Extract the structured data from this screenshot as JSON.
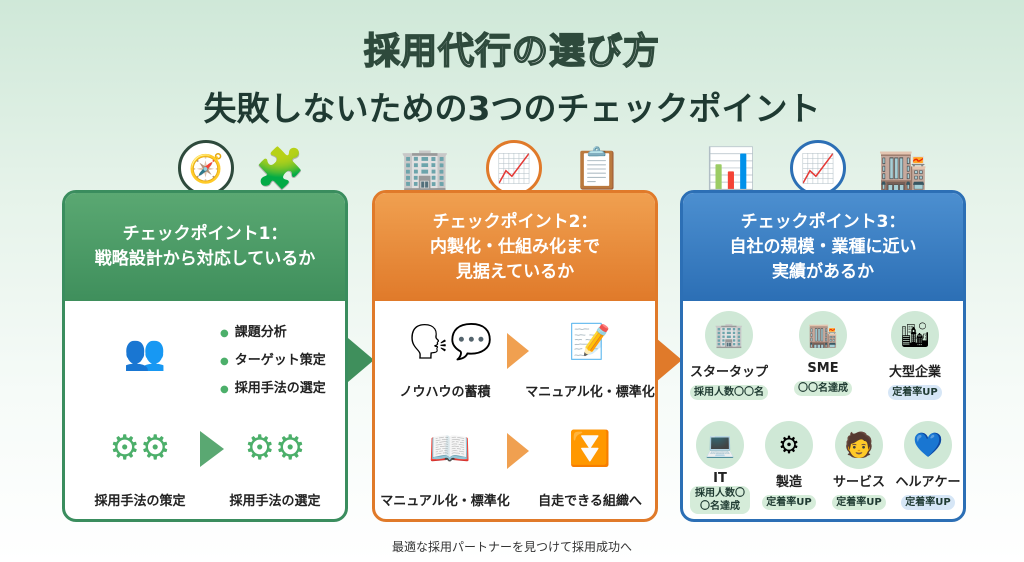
{
  "title": {
    "line1": "採用代行の選び方",
    "line2": "失敗しないための3つのチェックポイント"
  },
  "cards": [
    {
      "title1": "チェックポイント1：",
      "title2": "戦略設計から対応しているか",
      "bullets": [
        "課題分析",
        "ターゲット策定",
        "採用手法の選定"
      ],
      "labels": [
        "採用手法の策定",
        "採用手法の選定"
      ]
    },
    {
      "title1": "チェックポイント2：",
      "title2": "内製化・仕組み化まで",
      "title3": "見据えているか",
      "labels": [
        "ノウハウの蓄積",
        "マニュアル化・標準化",
        "マニュアル化・標準化",
        "自走できる組織へ"
      ]
    },
    {
      "title1": "チェックポイント3：",
      "title2": "自社の規模・業種に近い",
      "title3": "実績があるか",
      "items": [
        {
          "name": "スタータップ",
          "tag": "採用人数〇〇名"
        },
        {
          "name": "SME",
          "tag": "〇〇名達成"
        },
        {
          "name": "大型企業",
          "tag": "定着率UP"
        },
        {
          "name": "IT",
          "tag": "採用人数〇〇名達成"
        },
        {
          "name": "製造",
          "tag": "定着率UP"
        },
        {
          "name": "サービス",
          "tag": "定着率UP"
        },
        {
          "name": "ヘルアケー",
          "tag": "定着率UP"
        }
      ]
    }
  ],
  "footer": "最適な採用パートナーを見つけて採用成功へ"
}
